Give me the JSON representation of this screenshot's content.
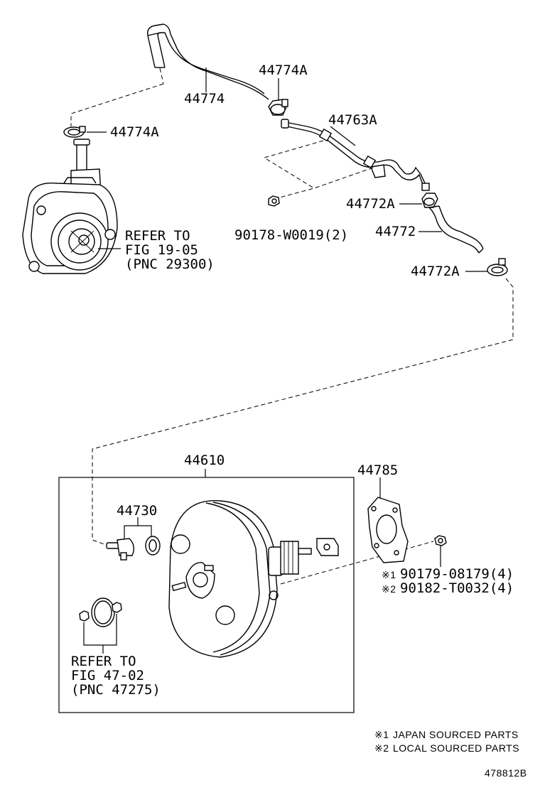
{
  "labels": {
    "p44774": "44774",
    "p44774A_top": "44774A",
    "p44774A_left": "44774A",
    "p44763A": "44763A",
    "p44772A_mid": "44772A",
    "p44772": "44772",
    "p44772A_low": "44772A",
    "p90178": "90178-W0019(2)",
    "refer_vacuum_1": "REFER TO",
    "refer_vacuum_2": "FIG 19-05",
    "refer_vacuum_3": "(PNC 29300)",
    "p44610": "44610",
    "p44785": "44785",
    "p44730": "44730",
    "refer_ring_1": "REFER TO",
    "refer_ring_2": "FIG 47-02",
    "refer_ring_3": "(PNC 47275)",
    "bolt_1_mark": "※1",
    "bolt_1_num": "90179-08179(4)",
    "bolt_2_mark": "※2",
    "bolt_2_num": "90182-T0032(4)"
  },
  "legend": {
    "note1_mark": "※1",
    "note1_text": "JAPAN SOURCED PARTS",
    "note2_mark": "※2",
    "note2_text": "LOCAL SOURCED PARTS"
  },
  "diagram_id": "478812B"
}
